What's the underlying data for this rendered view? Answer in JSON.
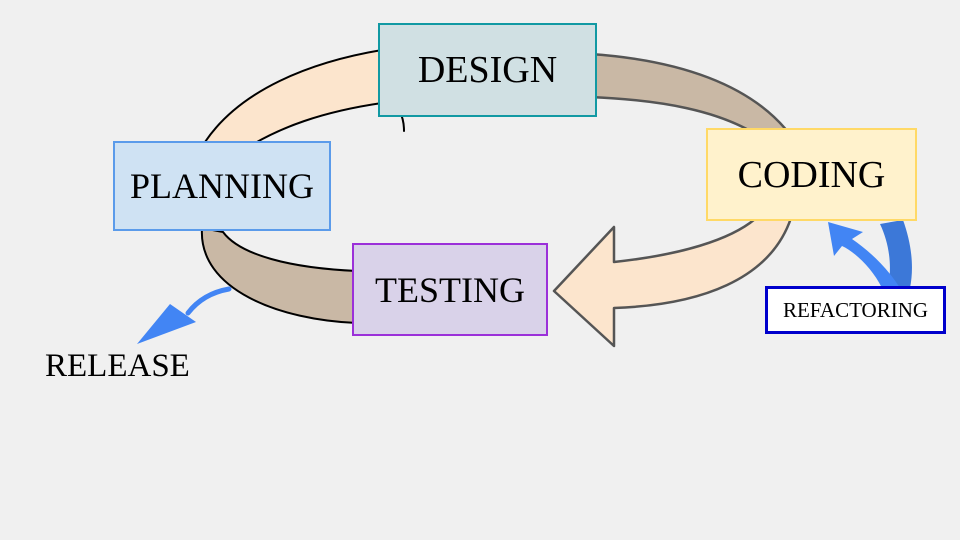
{
  "diagram": {
    "stages": {
      "design": "DESIGN",
      "coding": "CODING",
      "testing": "TESTING",
      "planning": "PLANNING"
    },
    "refactoring": "REFACTORING",
    "release": "RELEASE"
  },
  "colors": {
    "background": "#f0f0f0",
    "band_light": "#fce5cd",
    "band_dark": "#c9b8a5",
    "arrow_blue": "#4285f4",
    "arrow_blue_dark": "#3c78d8",
    "refactor_border": "#0000cc"
  }
}
